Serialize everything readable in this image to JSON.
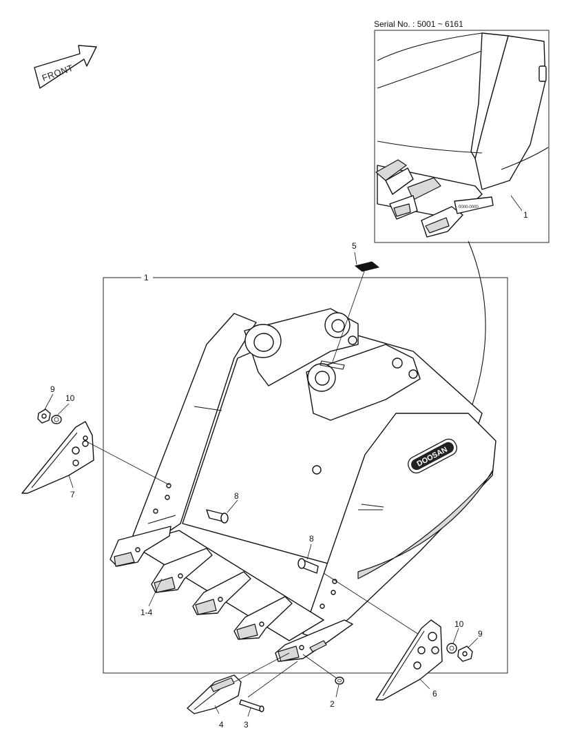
{
  "header": {
    "serial_label": "Serial No. : 5001 ~ 6161"
  },
  "orientation": {
    "front_label": "FRONT"
  },
  "branding": {
    "logo_text": "DOOSAN"
  },
  "callouts": {
    "main_bucket": "1",
    "inset_bucket": "1",
    "pin_lock": "2",
    "pin": "3",
    "tooth": "4",
    "decal": "5",
    "side_cutter_right": "6",
    "side_cutter_left": "7",
    "bolt_left": "8",
    "bolt_right": "8",
    "nut_left": "9",
    "nut_right": "9",
    "washer_left": "10",
    "washer_right": "10",
    "adapter": "1-4"
  }
}
